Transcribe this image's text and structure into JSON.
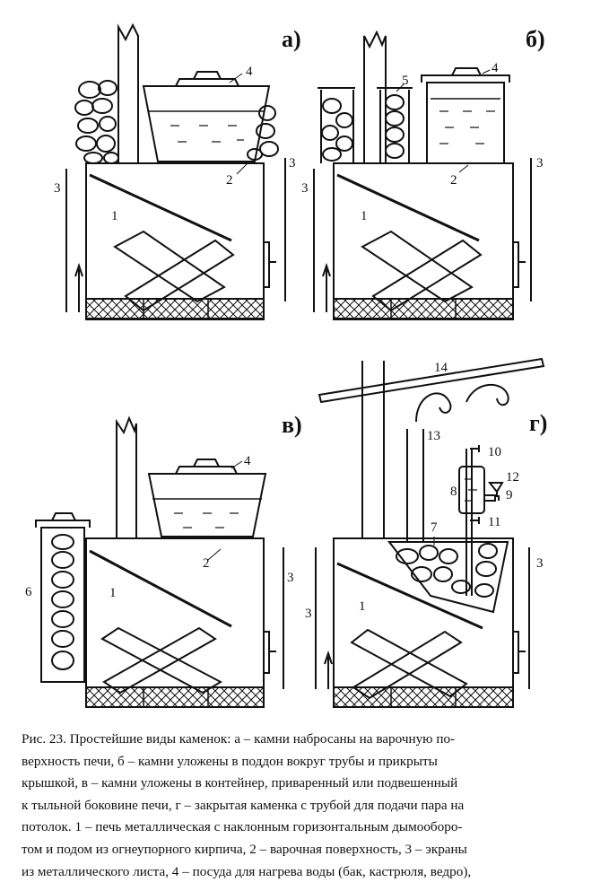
{
  "panels": {
    "a": {
      "letter": "а)",
      "labels": {
        "n1": "1",
        "n2": "2",
        "n3l": "3",
        "n3r": "3",
        "n4": "4"
      }
    },
    "b": {
      "letter": "б)",
      "labels": {
        "n1": "1",
        "n2": "2",
        "n3l": "3",
        "n3r": "3",
        "n4": "4",
        "n5": "5"
      }
    },
    "v": {
      "letter": "в)",
      "labels": {
        "n1": "1",
        "n2": "2",
        "n3": "3",
        "n4": "4",
        "n6": "6"
      }
    },
    "g": {
      "letter": "г)",
      "labels": {
        "n1": "1",
        "n3l": "3",
        "n3r": "3",
        "n7": "7",
        "n8": "8",
        "n9": "9",
        "n10": "10",
        "n11": "11",
        "n12": "12",
        "n13": "13",
        "n14": "14"
      }
    }
  },
  "caption": {
    "lines": [
      "Рис. 23. Простейшие виды каменок: а – камни набросаны на варочную по-",
      "верхность печи, б – камни уложены в поддон вокруг трубы и прикрыты",
      "крышкой, в – камни уложены в контейнер, приваренный или подвешенный",
      "к тыльной боковине печи, г – закрытая каменка с трубой для подачи пара на",
      "потолок. 1 – печь металлическая с наклонным горизонтальным дымооборо-",
      "том и подом из огнеупорного кирпича, 2 – варочная поверхность, 3 – экраны",
      "из металлического листа, 4 – посуда для нагрева воды (бак, кастрюля, ведро),"
    ]
  }
}
